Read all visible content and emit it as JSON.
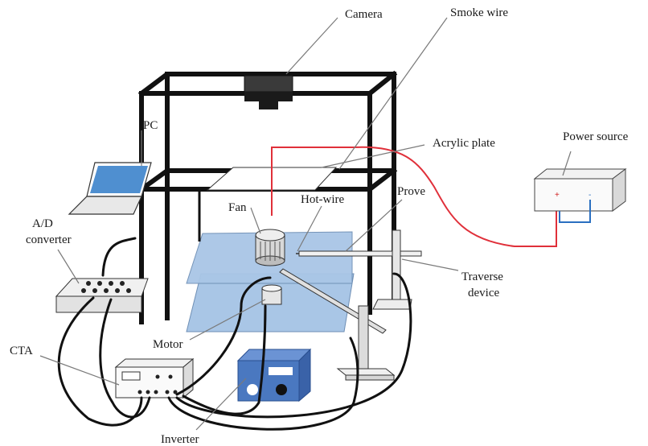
{
  "labels": {
    "camera": "Camera",
    "smoke_wire": "Smoke wire",
    "pc": "PC",
    "acrylic_plate": "Acrylic plate",
    "power_source": "Power source",
    "fan": "Fan",
    "hot_wire": "Hot-wire",
    "prove": "Prove",
    "ad_converter_line1": "A/D",
    "ad_converter_line2": "converter",
    "traverse_device_line1": "Traverse",
    "traverse_device_line2": "device",
    "cta": "CTA",
    "motor": "Motor",
    "inverter": "Inverter",
    "power_plus": "+",
    "power_minus": "-"
  },
  "colors": {
    "plate_blue": "#a9c6e6",
    "inverter_blue": "#4a78c0",
    "smoke_wire_red": "#e0303a",
    "laptop_screen": "#4f8fd0",
    "frame": "#111111"
  }
}
